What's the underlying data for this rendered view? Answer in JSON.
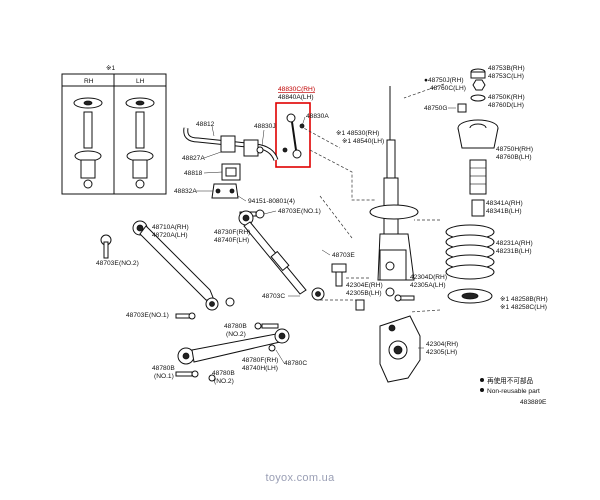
{
  "inset": {
    "title": "※1",
    "rh": "RH",
    "lh": "LH"
  },
  "highlight": {
    "line1": "48830C(RH)",
    "line2": "48840A(LH)",
    "color": "#e00000"
  },
  "labels": {
    "p48812": "48812",
    "p48830J": "48830J",
    "p48830A": "48830A",
    "p48827A": "48827A",
    "p48818": "48818",
    "p48832A": "48832A",
    "p94151": "94151-80801(4)",
    "p48703E_1": "48703E",
    "p48703E_1n": "(NO.1)",
    "p48710A": "48710A(RH)",
    "p48720A": "48720A(LH)",
    "p48703E_2": "48703E",
    "p48703E_2n": "(NO.2)",
    "p48730F": "48730F(RH)",
    "p48740F": "48740F(LH)",
    "p48703E_c": "48703E",
    "p48703C": "48703C",
    "p48703E_3": "48703E",
    "p48703E_3n": "(NO.1)",
    "p48780B": "48780B",
    "p48780B_n2": "(NO.2)",
    "p48780B_l": "48780B",
    "p48780B_ln1": "(NO.1)",
    "p48780B_b": "48780B",
    "p48780B_bn2": "(NO.2)",
    "p48780F": "48780F(RH)",
    "p48740H": "48740H(LH)",
    "p48780C": "48780C",
    "p48753B": "48753B(RH)",
    "p48753C": "48753C(LH)",
    "p48750J": "●48750J(RH)",
    "p48760C": "48760C(LH)",
    "p48750G": "48750G",
    "p48750K": "48750K(RH)",
    "p48760D": "48760D(LH)",
    "p48530": "※1 48530(RH)",
    "p48540": "※1 48540(LH)",
    "p48750H": "48750H(RH)",
    "p48760B": "48760B(LH)",
    "p48341A": "48341A(RH)",
    "p48341B": "48341B(LH)",
    "p48231A": "48231A(RH)",
    "p48231B": "48231B(LH)",
    "p42304D": "42304D(RH)",
    "p42305A": "42305A(LH)",
    "p42304E": "42304E(RH)",
    "p42305B": "42305B(LH)",
    "p48258B": "※1 48258B(RH)",
    "p48258C": "※1 48258C(LH)",
    "p42304": "42304(RH)",
    "p42305": "42305(LH)"
  },
  "legend": {
    "dot_text": "再使用不可部品",
    "bullet_text": "Non-reusable part"
  },
  "diagram_id": "483889E",
  "watermark": "toyox.com.ua"
}
